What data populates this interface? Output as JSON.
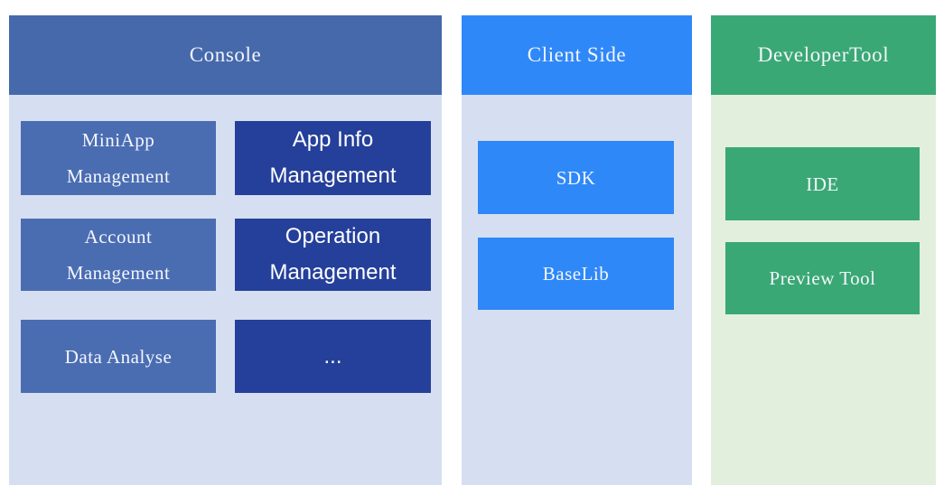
{
  "colors": {
    "page_bg": "#ffffff",
    "console_header": "#4569ab",
    "console_body": "#d6dff1",
    "console_item": "#4a6db2",
    "console_item_dark": "#25409a",
    "client_header": "#2f88f8",
    "client_body": "#d6dff1",
    "client_item": "#2f88f8",
    "developer_header": "#3aa875",
    "developer_body": "#e3efdd",
    "developer_item": "#3aa875",
    "serif_text": "#f3f6fb",
    "sans_text": "#ffffff"
  },
  "console": {
    "title": "Console",
    "items": [
      {
        "line1": "MiniApp",
        "line2": "Management"
      },
      {
        "line1": "App Info",
        "line2": "Management"
      },
      {
        "line1": "Account",
        "line2": "Management"
      },
      {
        "line1": "Operation",
        "line2": "Management"
      },
      {
        "line1": "Data Analyse"
      },
      {
        "line1": "..."
      }
    ]
  },
  "client_side": {
    "title": "Client Side",
    "items": [
      {
        "line1": "SDK"
      },
      {
        "line1": "BaseLib"
      }
    ]
  },
  "developer_tool": {
    "title": "DeveloperTool",
    "items": [
      {
        "line1": "IDE"
      },
      {
        "line1": "Preview Tool"
      }
    ]
  }
}
